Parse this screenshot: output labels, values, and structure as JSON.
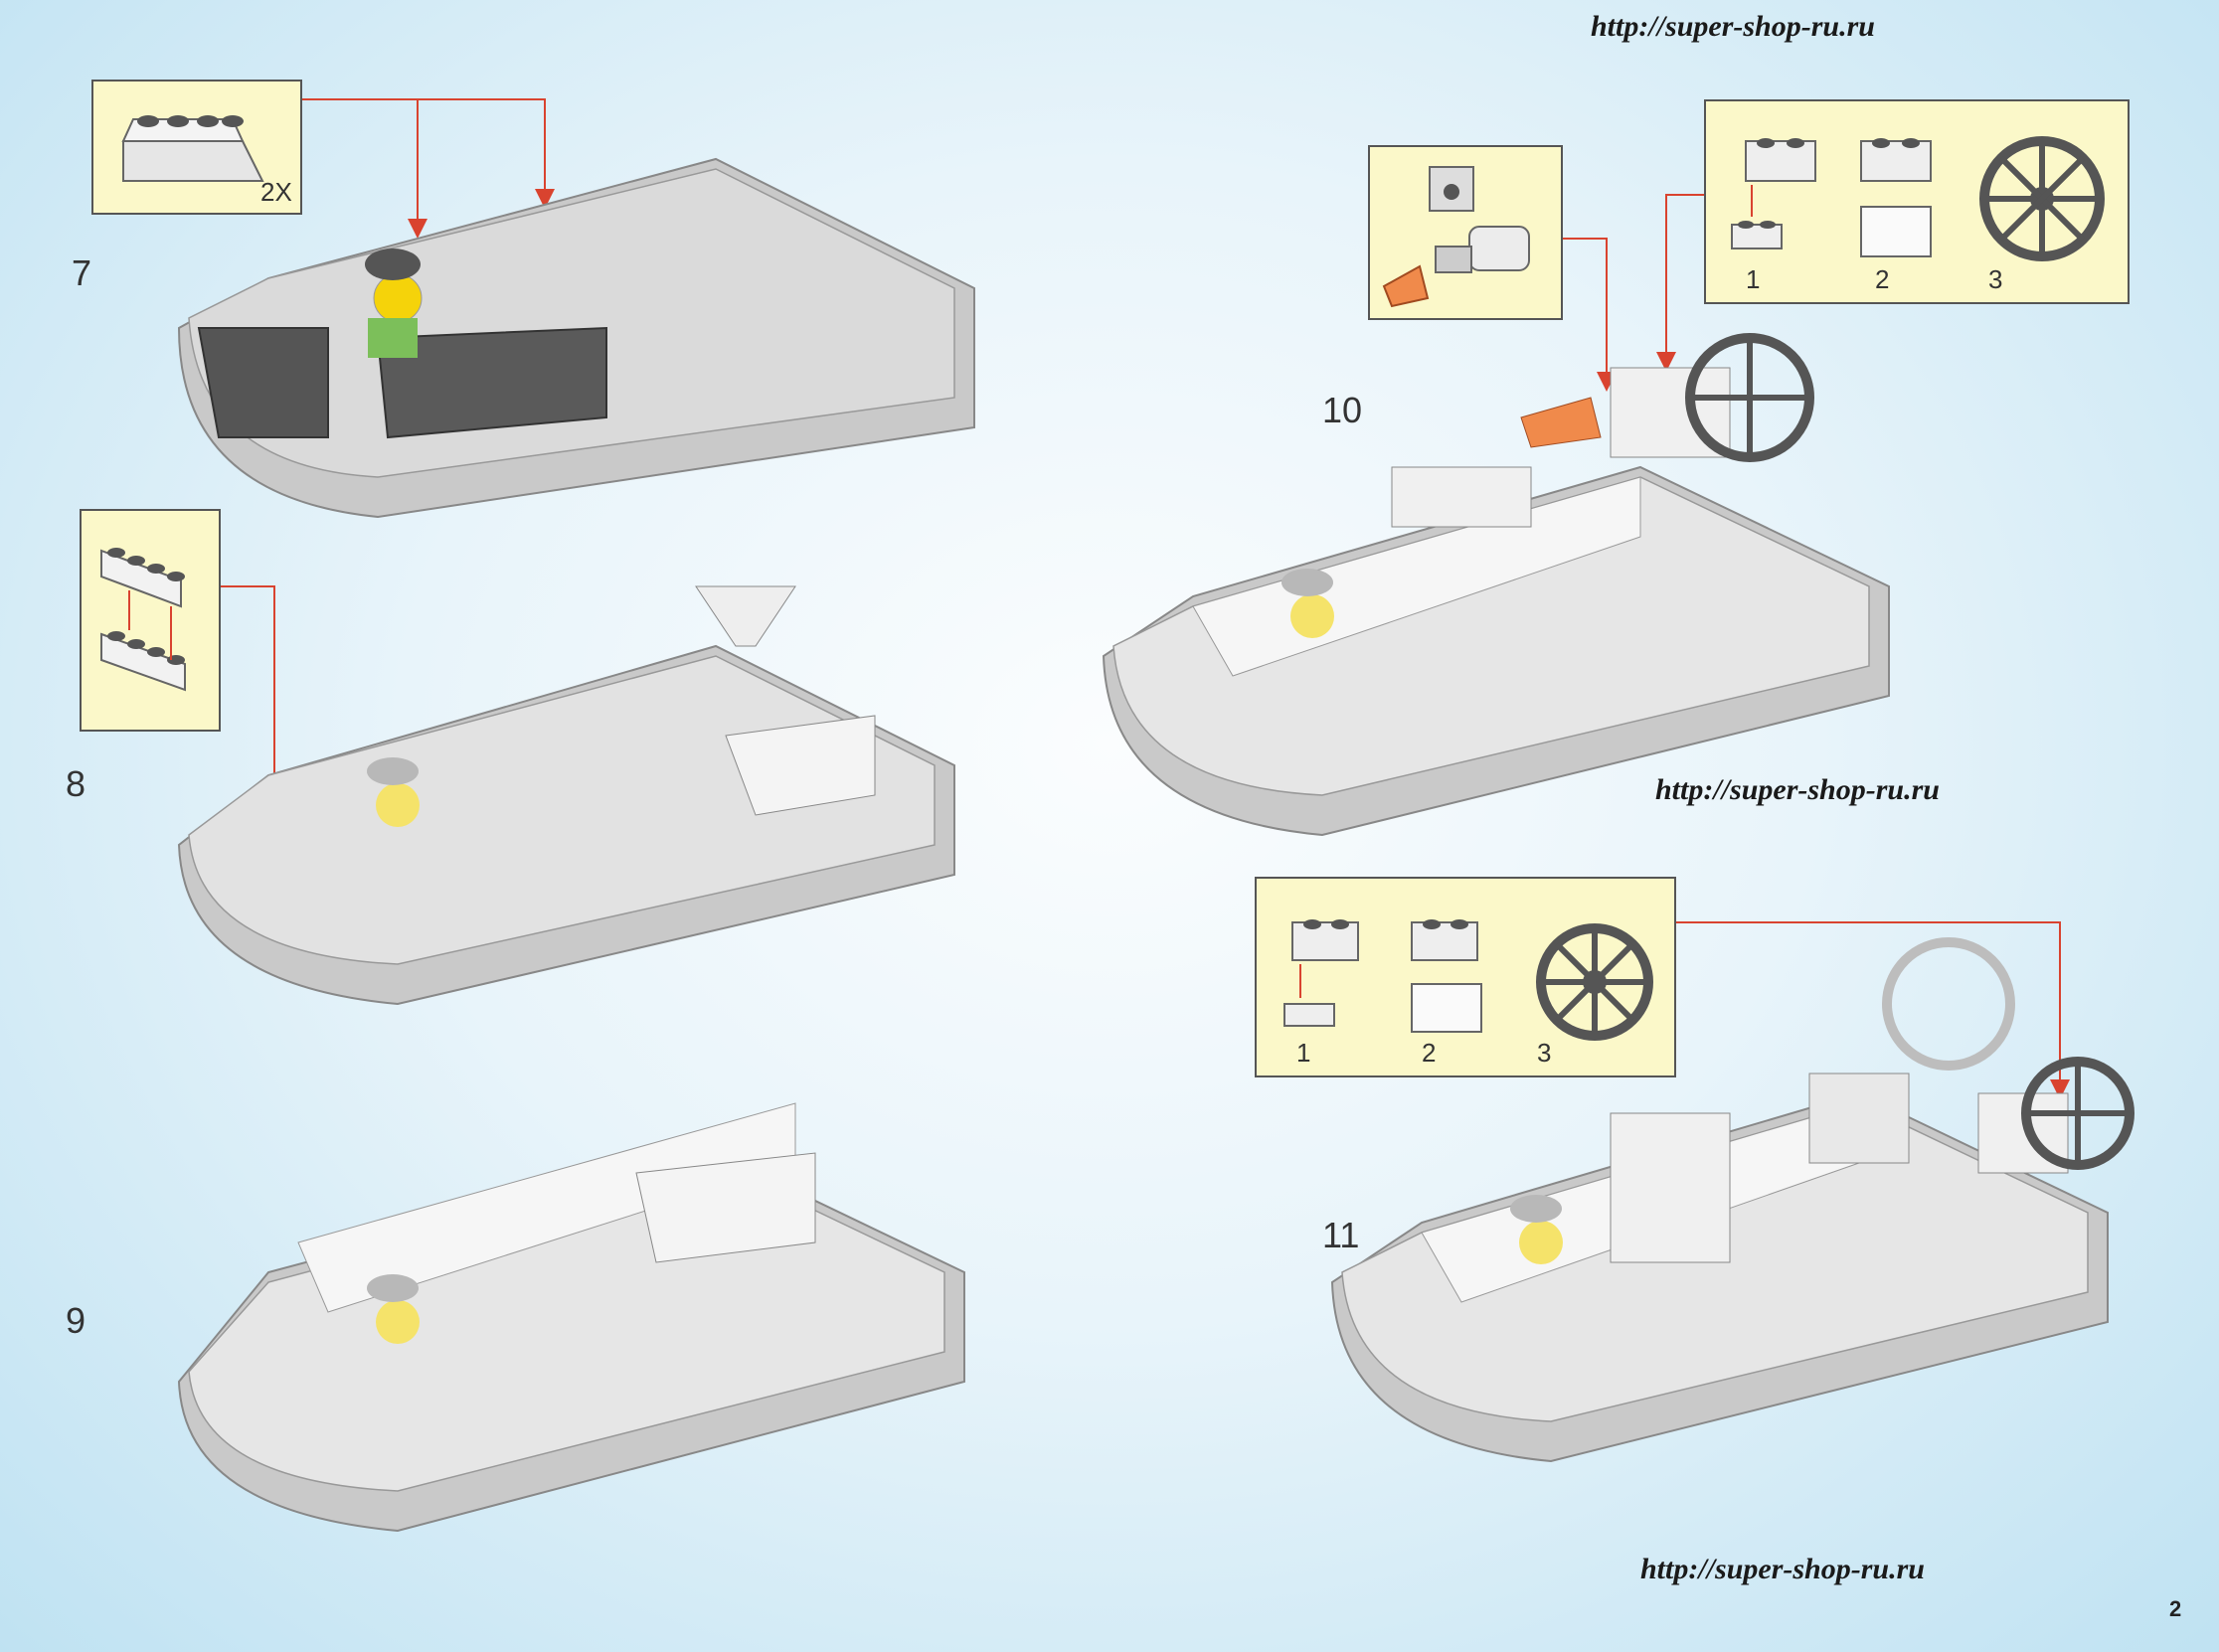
{
  "header": {
    "url_top": "http://super-shop-ru.ru"
  },
  "watermarks": {
    "url_middle": "http://super-shop-ru.ru",
    "url_bottom": "http://super-shop-ru.ru"
  },
  "steps": [
    {
      "number": "7",
      "callout": {
        "qty": "2X"
      }
    },
    {
      "number": "8"
    },
    {
      "number": "9"
    },
    {
      "number": "10",
      "subassembly_labels": [
        "1",
        "2",
        "3"
      ]
    },
    {
      "number": "11",
      "subassembly_labels": [
        "1",
        "2",
        "3"
      ]
    }
  ],
  "footer": {
    "page_number": "2"
  },
  "colors": {
    "callout_bg": "#fbf8c9",
    "arrow": "#d9432f",
    "brick_light": "#d6d6d6",
    "brick_white": "#f2f2f2",
    "brick_dark": "#555555"
  }
}
